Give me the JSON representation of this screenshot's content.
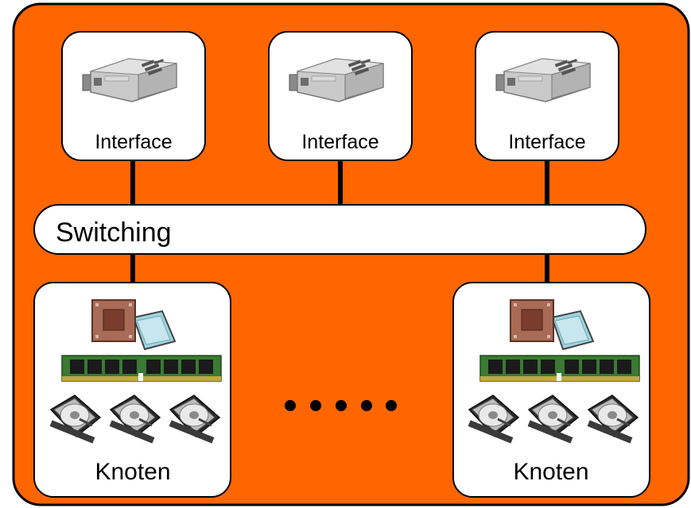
{
  "colors": {
    "frame_fill": "#ff6600",
    "frame_stroke": "#000000",
    "box_fill": "#ffffff",
    "connector": "#000000"
  },
  "interfaces": [
    {
      "label": "Interface",
      "icon": "transceiver-module-icon"
    },
    {
      "label": "Interface",
      "icon": "transceiver-module-icon"
    },
    {
      "label": "Interface",
      "icon": "transceiver-module-icon"
    }
  ],
  "switching": {
    "label": "Switching"
  },
  "nodes": [
    {
      "label": "Knoten",
      "icons": [
        "cpu-icon",
        "ram-module-icon",
        "hard-disk-icon",
        "hard-disk-icon",
        "hard-disk-icon"
      ]
    },
    {
      "label": "Knoten",
      "icons": [
        "cpu-icon",
        "ram-module-icon",
        "hard-disk-icon",
        "hard-disk-icon",
        "hard-disk-icon"
      ]
    }
  ],
  "ellipsis_icon": "ellipsis-dots-icon"
}
